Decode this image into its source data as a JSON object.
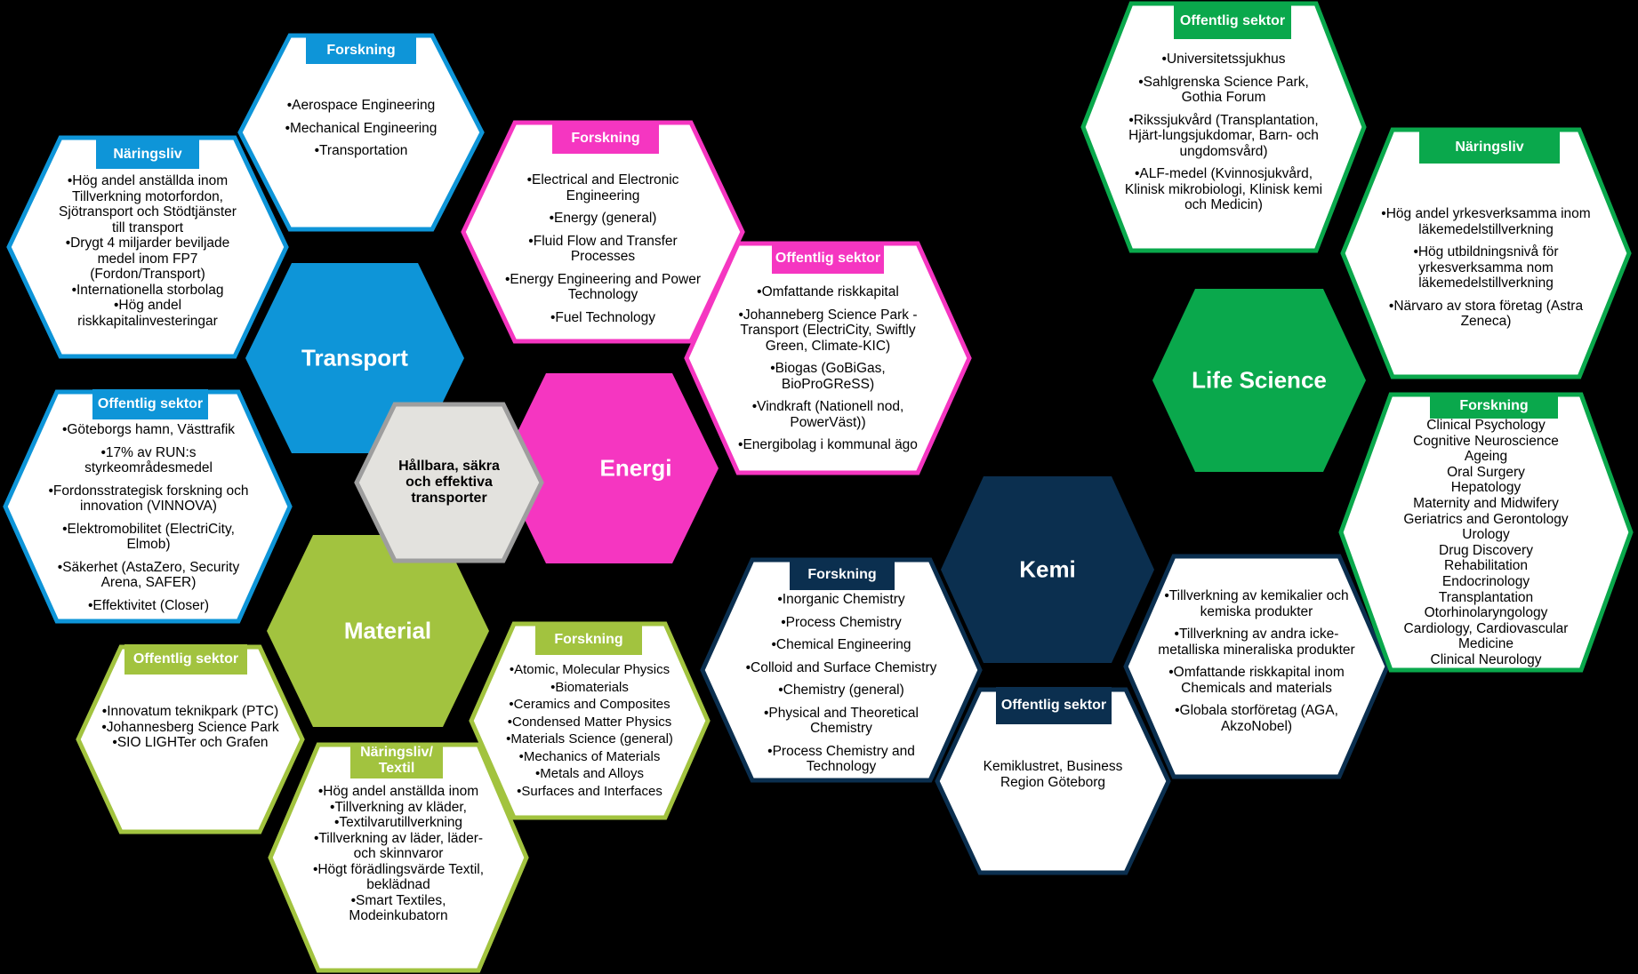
{
  "colors": {
    "transport": "#0e95d8",
    "energi": "#f536c1",
    "material": "#a2c33f",
    "lifescience": "#0aa84c",
    "kemi": "#0b2f4f",
    "center_fill": "#e3e2de",
    "center_stroke": "#9e9e9e"
  },
  "center": {
    "label": "Hållbara, säkra och effektiva transporter"
  },
  "hubs": {
    "transport": "Transport",
    "energi": "Energi",
    "material": "Material",
    "lifescience": "Life Science",
    "kemi": "Kemi"
  },
  "boxes": {
    "t_forskning": {
      "tag": "Forskning",
      "items": [
        "•Aerospace Engineering",
        "•Mechanical Engineering",
        "•Transportation"
      ]
    },
    "t_naringsliv": {
      "tag": "Näringsliv",
      "items": [
        "•Hög andel anställda inom Tillverkning motorfordon, Sjötransport och Stödtjänster till transport",
        "•Drygt 4 miljarder beviljade medel inom FP7 (Fordon/Transport)",
        "•Internationella storbolag",
        "•Hög andel riskkapitalinvesteringar"
      ]
    },
    "t_offentlig": {
      "tag": "Offentlig sektor",
      "items": [
        "•Göteborgs hamn, Västtrafik",
        "•17% av RUN:s styrkeområdesmedel",
        "•Fordonsstrategisk forskning och innovation (VINNOVA)",
        "•Elektromobilitet (ElectriCity, Elmob)",
        "•Säkerhet (AstaZero, Security Arena, SAFER)",
        "•Effektivitet (Closer)"
      ]
    },
    "e_forskning": {
      "tag": "Forskning",
      "items": [
        "•Electrical and Electronic Engineering",
        "•Energy (general)",
        "•Fluid Flow and Transfer Processes",
        "•Energy Engineering and Power Technology",
        "•Fuel Technology"
      ]
    },
    "e_offentlig": {
      "tag": "Offentlig sektor",
      "items": [
        "•Omfattande riskkapital",
        "•Johanneberg Science Park - Transport (ElectriCity, Swiftly Green, Climate-KIC)",
        "•Biogas (GoBiGas, BioProGReSS)",
        "•Vindkraft (Nationell nod, PowerVäst))",
        "•Energibolag i kommunal ägo"
      ]
    },
    "m_offentlig": {
      "tag": "Offentlig sektor",
      "items": [
        "•Innovatum teknikpark (PTC)",
        "•Johannesberg Science Park",
        "•SIO LIGHTer och Grafen"
      ]
    },
    "m_naringsliv": {
      "tag": "Näringsliv/ Textil",
      "items": [
        "•Hög andel anställda inom",
        "•Tillverkning av kläder,",
        "•Textilvarutillverkning",
        "•Tillverkning av läder, läder- och skinnvaror",
        "•Högt förädlingsvärde Textil, beklädnad",
        "•Smart Textiles, Modeinkubatorn"
      ]
    },
    "m_forskning": {
      "tag": "Forskning",
      "items": [
        "•Atomic, Molecular Physics",
        "•Biomaterials",
        "•Ceramics and Composites",
        "•Condensed Matter Physics",
        "•Materials Science (general)",
        "•Mechanics of Materials",
        "•Metals and Alloys",
        "•Surfaces and Interfaces"
      ]
    },
    "k_forskning": {
      "tag": "Forskning",
      "items": [
        "•Inorganic Chemistry",
        "•Process Chemistry",
        "•Chemical Engineering",
        "•Colloid and Surface Chemistry",
        "•Chemistry (general)",
        "•Physical and Theoretical Chemistry",
        "•Process Chemistry and Technology"
      ]
    },
    "k_offentlig": {
      "tag": "Offentlig sektor",
      "items": [
        "Kemiklustret, Business Region Göteborg"
      ]
    },
    "k_naringsliv": {
      "tag": "",
      "items": [
        "•Tillverkning av kemikalier och kemiska produkter",
        "•Tillverkning av andra icke-metalliska mineraliska produkter",
        "•Omfattande riskkapital inom Chemicals and materials",
        "•Globala storföretag (AGA, AkzoNobel)"
      ]
    },
    "l_offentlig": {
      "tag": "Offentlig sektor",
      "items": [
        "•Universitetssjukhus",
        "•Sahlgrenska Science Park, Gothia Forum",
        "•Rikssjukvård (Transplantation, Hjärt-lungsjukdomar, Barn- och ungdomsvård)",
        "•ALF-medel (Kvinnosjukvård, Klinisk mikrobiologi, Klinisk kemi och Medicin)"
      ]
    },
    "l_naringsliv": {
      "tag": "Näringsliv",
      "items": [
        "•Hög andel yrkesverksamma inom läkemedelstillverkning",
        "•Hög utbildningsnivå för yrkesverksamma nom läkemedelstillverkning",
        "•Närvaro av stora företag (Astra Zeneca)"
      ]
    },
    "l_forskning": {
      "tag": "Forskning",
      "items": [
        "Clinical Psychology",
        "Cognitive Neuroscience",
        "Ageing",
        "Oral Surgery",
        "Hepatology",
        "Maternity and Midwifery",
        "Geriatrics and Gerontology",
        "Urology",
        "Drug Discovery",
        "Rehabilitation",
        "Endocrinology",
        "Transplantation",
        "Otorhinolaryngology",
        "Cardiology, Cardiovascular Medicine",
        "Clinical Neurology"
      ]
    }
  }
}
